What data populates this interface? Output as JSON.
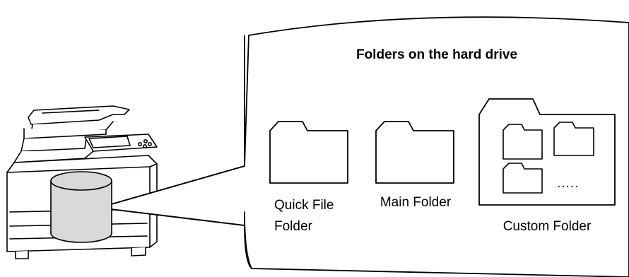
{
  "title": "Folders on the hard drive",
  "folders": {
    "quick_file_line1": "Quick File",
    "quick_file_line2": "Folder",
    "main": "Main Folder",
    "custom": "Custom Folder",
    "custom_more": "....."
  },
  "icons": {
    "device": "multifunction-printer-icon",
    "storage": "hard-drive-icon",
    "folder": "folder-icon"
  },
  "colors": {
    "line": "#000000",
    "drive_fill": "#d9d9d9",
    "background": "#ffffff"
  }
}
